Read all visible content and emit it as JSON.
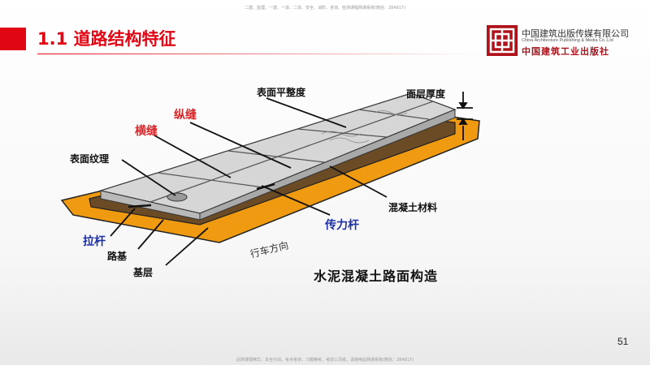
{
  "header": {
    "top_note": "二建、监理、一建、一造、二造、安全、消防、咨询、检测课程网课系统(微信：284917)",
    "title": "1.1 道路结构特征"
  },
  "logo": {
    "cn": "中国建筑出版传媒有限公司",
    "en": "China Architecture Publishing & Media Co.,Ltd",
    "script": "中国建筑工业出版社"
  },
  "diagram": {
    "labels": {
      "surface_flatness": "表面平整度",
      "layer_thickness": "面层厚度",
      "longitudinal_joint": "纵缝",
      "transverse_joint": "横缝",
      "surface_texture": "表面纹理",
      "concrete_material": "混凝土材料",
      "dowel_bar": "传力杆",
      "tie_bar": "拉杆",
      "subgrade": "路基",
      "base_layer": "基层",
      "driving_direction": "行车方向",
      "caption": "水泥混凝土路面构造"
    },
    "colors": {
      "slab": "#d6d6d6",
      "base": "#6b4a26",
      "subgrade": "#f09a12",
      "red_label": "#d6282b",
      "blue_label": "#1c2fa6"
    }
  },
  "footer": {
    "page_number": "51",
    "bottom_note": "此网课很精华，本全内训，考点考讲，习题精考，考前三页纸，请使用此网课系统(微信：284917)"
  }
}
